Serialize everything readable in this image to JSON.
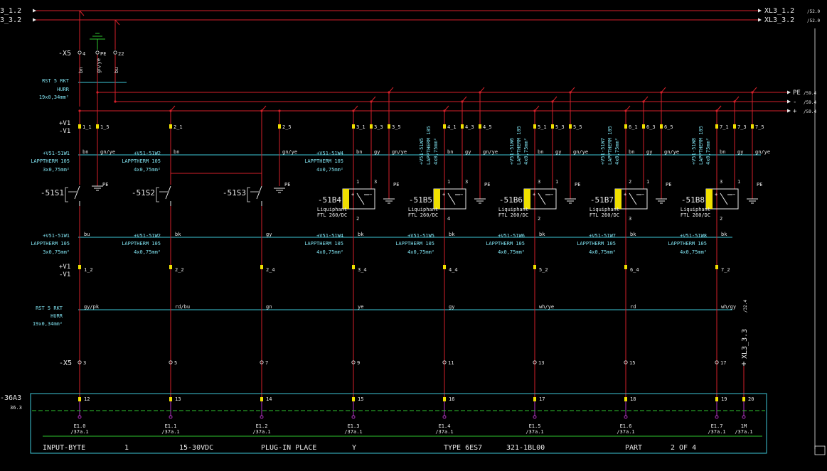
{
  "colors": {
    "background": "#000000",
    "wire": "#d4202a",
    "cable": "#3ec8d8",
    "text": "#e8e8e8",
    "cable_text": "#7fe0ee",
    "terminal": "#f0e000",
    "earth": "#2ec42e",
    "plc_border": "#3ec8d8",
    "pin": "#b030c0"
  },
  "rails": [
    {
      "left": "3_1.2",
      "right": "XL3_1.2",
      "ref": "/52.0"
    },
    {
      "left": "3_3.2",
      "right": "XL3_3.2",
      "ref": "/52.0"
    }
  ],
  "supplies": [
    {
      "label": "PE",
      "ref": "/59.4"
    },
    {
      "label": "-",
      "ref": "/59.4"
    },
    {
      "label": "+",
      "ref": "/59.4"
    }
  ],
  "x5_top": {
    "tag": "-X5",
    "terms": [
      "4",
      "PE",
      "22"
    ],
    "wires": [
      "bn",
      "gn/ye",
      "bu"
    ]
  },
  "rst_cable": {
    "name": "RST 5 RKT",
    "sub": "HURR",
    "size": "19x0,34mm²"
  },
  "v1_tag_plus": "+V1",
  "v1_tag_minus": "-V1",
  "pe_label": "PE",
  "channels": [
    {
      "top_terms": [
        "1_1",
        "1_5"
      ],
      "top_wires": [
        "bn",
        "gn/ye"
      ],
      "cable": "+V51-51W1",
      "cable_type": "LAPPTHERM 105",
      "cable_size": "3x0,75mm²",
      "device": "-51S1",
      "bottom_wire": "bu",
      "bottom_term": "1_2",
      "rst_wire": "gy/pk",
      "x5_term": "3",
      "plc_term": "12",
      "addr": "E1.0",
      "addr_ref": "/37a.1"
    },
    {
      "top_terms": [
        "2_1"
      ],
      "top_wires": [
        "bn"
      ],
      "cable": "+V51-51W2",
      "cable_type": "LAPPTHERM 105",
      "cable_size": "4x0,75mm²",
      "device": "-51S2",
      "bottom_wire": "bk",
      "bottom_term": "2_2",
      "rst_wire": "rd/bu",
      "x5_term": "5",
      "plc_term": "13",
      "addr": "E1.1",
      "addr_ref": "/37a.1"
    },
    {
      "top_terms": [
        "2_5"
      ],
      "top_wires": [
        "gn/ye"
      ],
      "cable": "",
      "cable_type": "",
      "cable_size": "",
      "device": "-51S3",
      "bottom_wire": "gy",
      "bottom_term": "2_4",
      "rst_wire": "gn",
      "x5_term": "7",
      "plc_term": "14",
      "addr": "E1.2",
      "addr_ref": "/37a.1"
    },
    {
      "top_terms": [
        "3_1",
        "3_3",
        "3_5"
      ],
      "top_wires": [
        "bn",
        "gy",
        "gn/ye"
      ],
      "cable": "+V51-51W4",
      "cable_type": "LAPPTHERM 105",
      "cable_size": "4x0,75mm²",
      "device": "-51B4",
      "dev_pins": [
        "1",
        "3",
        "2"
      ],
      "bottom_wire": "bk",
      "bottom_term": "3_4",
      "rst_wire": "ye",
      "x5_term": "9",
      "plc_term": "15",
      "addr": "E1.3",
      "addr_ref": "/37a.1"
    },
    {
      "top_terms": [
        "4_1",
        "4_3",
        "4_5"
      ],
      "top_wires": [
        "bn",
        "gy",
        "gn/ye"
      ],
      "cable": "+V51-51W5",
      "cable_type": "LAPPTHERM 105",
      "cable_size": "4x0,75mm²",
      "device": "-51B5",
      "dev_pins": [
        "1",
        "3",
        "4"
      ],
      "bottom_wire": "bk",
      "bottom_term": "4_4",
      "rst_wire": "gy",
      "x5_term": "11",
      "plc_term": "16",
      "addr": "E1.4",
      "addr_ref": "/37a.1"
    },
    {
      "top_terms": [
        "5_1",
        "5_3",
        "5_5"
      ],
      "top_wires": [
        "bn",
        "gy",
        "gn/ye"
      ],
      "cable": "+V51-51W6",
      "cable_type": "LAPPTHERM 105",
      "cable_size": "4x0,75mm²",
      "device": "-51B6",
      "dev_pins": [
        "3",
        "1",
        "2"
      ],
      "bottom_wire": "bk",
      "bottom_term": "5_2",
      "rst_wire": "wh/ye",
      "x5_term": "13",
      "plc_term": "17",
      "addr": "E1.5",
      "addr_ref": "/37a.1"
    },
    {
      "top_terms": [
        "6_1",
        "6_3",
        "6_5"
      ],
      "top_wires": [
        "bn",
        "gy",
        "gn/ye"
      ],
      "cable": "+V51-51W7",
      "cable_type": "LAPPTHERM 105",
      "cable_size": "4x0,75mm²",
      "device": "-51B7",
      "dev_pins": [
        "2",
        "1",
        "3"
      ],
      "bottom_wire": "bk",
      "bottom_term": "6_4",
      "rst_wire": "rd",
      "x5_term": "15",
      "plc_term": "18",
      "addr": "E1.6",
      "addr_ref": "/37a.1"
    },
    {
      "top_terms": [
        "7_1",
        "7_3",
        "7_5"
      ],
      "top_wires": [
        "bn",
        "gy",
        "gn/ye"
      ],
      "cable": "+V51-51W8",
      "cable_type": "LAPPTHERM 105",
      "cable_size": "4x0,75mm²",
      "device": "-51B8",
      "dev_pins": [
        "3",
        "1",
        "2"
      ],
      "bottom_wire": "bk",
      "bottom_term": "7_2",
      "rst_wire": "wh/gy",
      "x5_term": "17",
      "plc_term": "19",
      "addr": "E1.7",
      "addr_ref": "/37a.1"
    }
  ],
  "sensor_label_1": "Liquiphant",
  "sensor_label_2": "FTL 260/DC",
  "x5_bottom_tag": "-X5",
  "xl_vertical": {
    "label": "XL3_3.3",
    "ref": "/32.4"
  },
  "plc": {
    "tag": "-36A3",
    "sub": "36.3",
    "extra_term": "20",
    "extra_addr": "1M",
    "extra_ref": "/37a.1",
    "footer": {
      "input_byte_label": "INPUT-BYTE",
      "input_byte_value": "1",
      "voltage": "15-30VDC",
      "place_label": "PLUG-IN PLACE",
      "place_value": "Y",
      "type_label": "TYPE 6ES7",
      "type_value": "321-1BL00",
      "part_label": "PART",
      "part_value": "2 OF 4"
    }
  }
}
